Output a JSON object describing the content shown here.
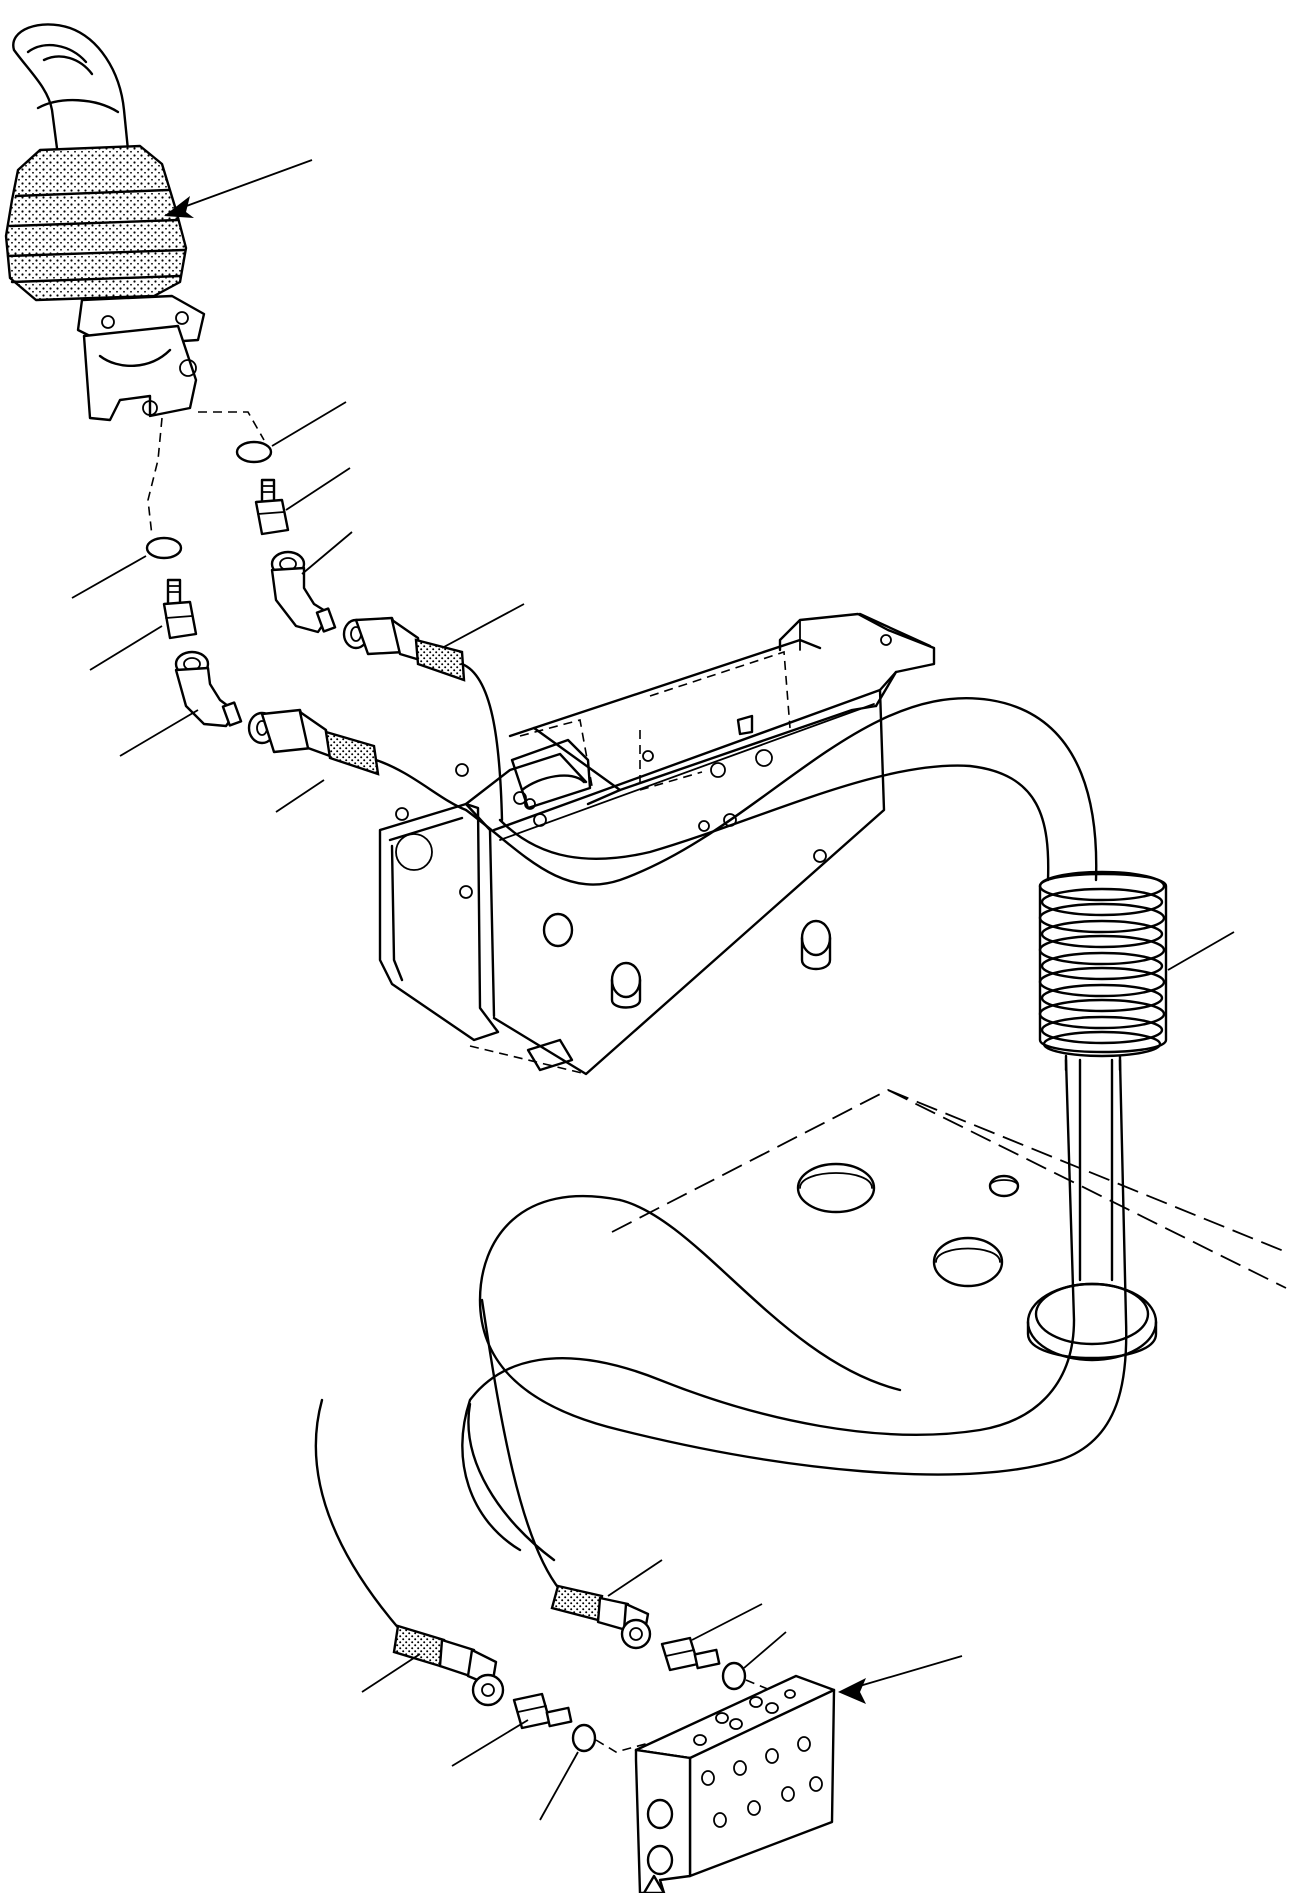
{
  "diagram": {
    "type": "exploded-parts-view",
    "parts": [
      {
        "id": "joystick-lever",
        "icon": "joystick-icon"
      },
      {
        "id": "o-ring-upper-right",
        "icon": "o-ring-icon"
      },
      {
        "id": "adapter-upper-right",
        "icon": "adapter-fitting-icon"
      },
      {
        "id": "elbow-upper-right",
        "icon": "elbow-fitting-icon"
      },
      {
        "id": "hose-upper-right",
        "icon": "hose-icon"
      },
      {
        "id": "o-ring-upper-left",
        "icon": "o-ring-icon"
      },
      {
        "id": "adapter-upper-left",
        "icon": "adapter-fitting-icon"
      },
      {
        "id": "elbow-upper-left",
        "icon": "elbow-fitting-icon"
      },
      {
        "id": "hose-upper-left",
        "icon": "hose-icon"
      },
      {
        "id": "console-bracket",
        "icon": "bracket-icon"
      },
      {
        "id": "hose-protector-coil",
        "icon": "coil-spring-icon"
      },
      {
        "id": "floor-plate",
        "icon": "plate-icon"
      },
      {
        "id": "grommet",
        "icon": "grommet-icon"
      },
      {
        "id": "hose-lower-right",
        "icon": "hose-icon"
      },
      {
        "id": "adapter-lower-right",
        "icon": "adapter-fitting-icon"
      },
      {
        "id": "o-ring-lower-right",
        "icon": "o-ring-icon"
      },
      {
        "id": "hose-lower-left",
        "icon": "hose-icon"
      },
      {
        "id": "adapter-lower-left",
        "icon": "adapter-fitting-icon"
      },
      {
        "id": "o-ring-lower-left",
        "icon": "o-ring-icon"
      },
      {
        "id": "pilot-valve-block",
        "icon": "valve-block-icon"
      }
    ],
    "colors": {
      "line": "#000000",
      "background": "#ffffff"
    }
  }
}
